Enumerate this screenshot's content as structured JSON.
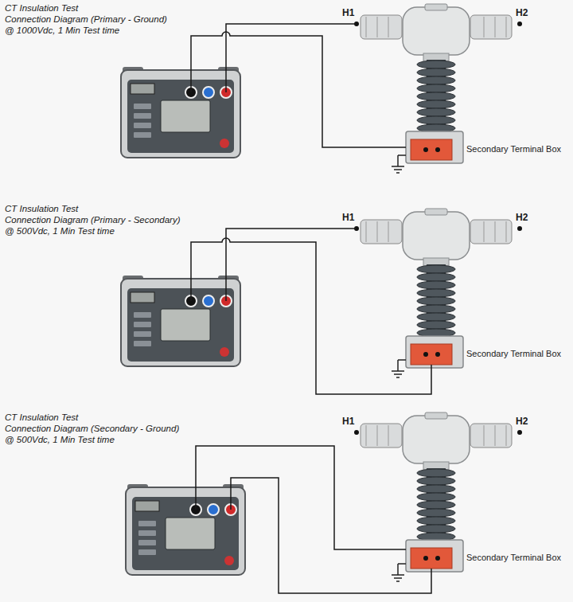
{
  "diagram": {
    "labels": [
      "CT Insulation Test",
      "Connection Diagram (Primary - Ground)",
      "@ 1000Vdc, 1 Min Test time",
      "H1",
      "H2",
      "Secondary Terminal Box",
      "CT Insulation Test",
      "Connection Diagram (Primary - Secondary)",
      "@ 500Vdc, 1 Min Test time",
      "H1",
      "H2",
      "Secondary Terminal Box",
      "CT Insulation Test",
      "Connection Diagram (Secondary -  Ground)",
      "@ 500Vdc, 1 Min Test time",
      "H1",
      "H2",
      "Secondary Terminal Box"
    ]
  }
}
